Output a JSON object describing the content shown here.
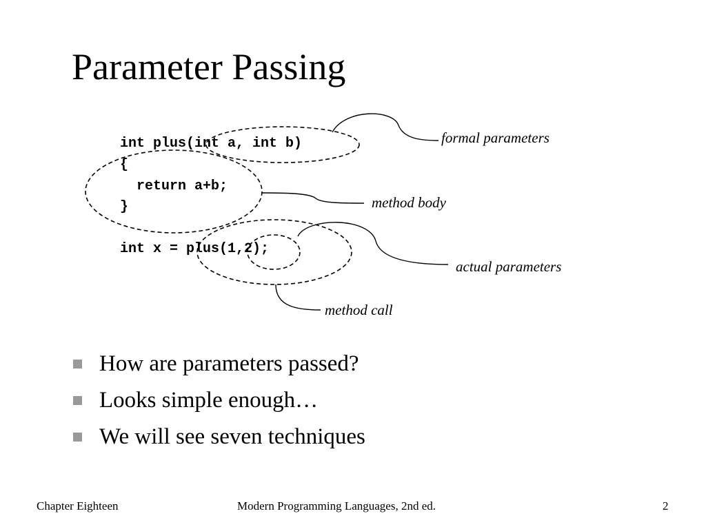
{
  "slide": {
    "title": "Parameter Passing"
  },
  "code": {
    "lines": [
      "int plus(int a, int b)",
      "{",
      "  return a+b;",
      "}",
      "int x = plus(1,2);"
    ]
  },
  "callouts": {
    "formal_parameters": "formal parameters",
    "method_body": "method body",
    "actual_parameters": "actual parameters",
    "method_call": "method call"
  },
  "bullets": [
    "How are parameters passed?",
    "Looks simple enough…",
    "We will see seven techniques"
  ],
  "footer": {
    "left": "Chapter Eighteen",
    "center": "Modern Programming Languages, 2nd ed.",
    "page_number": "2"
  },
  "colors": {
    "text": "#000000",
    "bullet_marker": "#999999",
    "background": "#ffffff"
  }
}
